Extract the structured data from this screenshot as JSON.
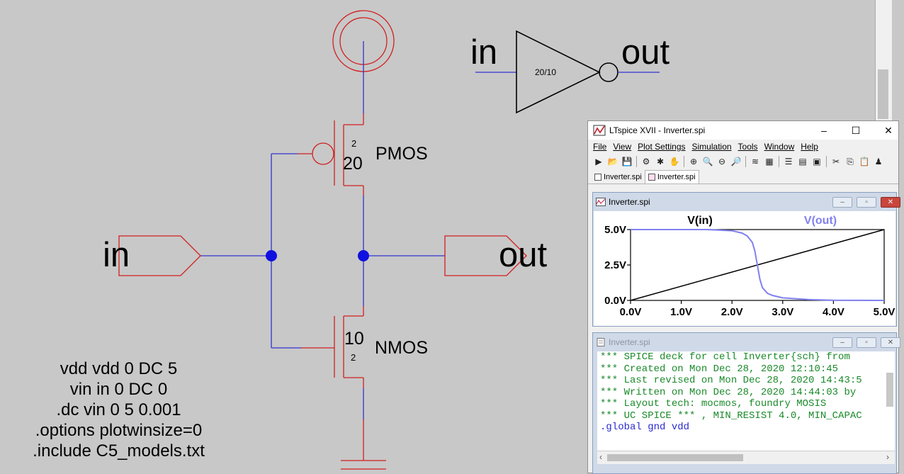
{
  "schematic": {
    "inverter_symbol": {
      "in_label": "in",
      "out_label": "out",
      "size": "20/10"
    },
    "pmos": {
      "length": "2",
      "width": "20",
      "label": "PMOS"
    },
    "nmos": {
      "width": "10",
      "length": "2",
      "label": "NMOS"
    },
    "in_port": "in",
    "out_port": "out",
    "spice_cards": [
      "vdd vdd 0 DC 5",
      "vin in 0 DC 0",
      ".dc vin 0 5 0.001",
      ".options plotwinsize=0",
      ".include C5_models.txt"
    ]
  },
  "ltspice": {
    "title": "LTspice XVII - Inverter.spi",
    "window_controls": {
      "minimize": "–",
      "maximize": "☐",
      "close": "✕"
    },
    "menu": [
      "File",
      "View",
      "Plot Settings",
      "Simulation",
      "Tools",
      "Window",
      "Help"
    ],
    "menu_underline_index": [
      0,
      0,
      0,
      0,
      0,
      0,
      0
    ],
    "tabs": [
      "Inverter.spi",
      "Inverter.spi"
    ],
    "plot_window": {
      "title": "Inverter.spi",
      "legend": [
        "V(in)",
        "V(out)"
      ]
    },
    "netlist_window": {
      "title": "Inverter.spi",
      "lines": [
        "*** SPICE deck for cell Inverter{sch} from",
        "*** Created on Mon Dec 28, 2020 12:10:45",
        "*** Last revised on Mon Dec 28, 2020 14:43:5",
        "*** Written on Mon Dec 28, 2020 14:44:03 by",
        "*** Layout tech: mocmos, foundry MOSIS",
        "*** UC SPICE *** , MIN_RESIST 4.0, MIN_CAPAC",
        "",
        ".global gnd vdd"
      ]
    }
  },
  "chart_data": {
    "type": "line",
    "title": "",
    "xlabel": "",
    "ylabel": "",
    "x_ticks": [
      "0.0V",
      "1.0V",
      "2.0V",
      "3.0V",
      "4.0V",
      "5.0V"
    ],
    "y_ticks": [
      "0.0V",
      "2.5V",
      "5.0V"
    ],
    "xlim": [
      0,
      5
    ],
    "ylim": [
      0,
      5
    ],
    "series": [
      {
        "name": "V(in)",
        "color": "#000000",
        "x": [
          0,
          5
        ],
        "y": [
          0,
          5
        ]
      },
      {
        "name": "V(out)",
        "color": "#8080f0",
        "x": [
          0,
          1.5,
          2.0,
          2.2,
          2.3,
          2.4,
          2.45,
          2.5,
          2.55,
          2.6,
          2.7,
          2.8,
          3.0,
          3.5,
          4.0,
          5.0
        ],
        "y": [
          5,
          5,
          4.92,
          4.75,
          4.55,
          4.1,
          3.5,
          2.5,
          1.5,
          0.9,
          0.5,
          0.35,
          0.18,
          0.06,
          0.01,
          0
        ]
      }
    ]
  },
  "colors": {
    "wire": "#3232d2",
    "component": "#d21e1e",
    "background": "#c8c8c8",
    "node": "#1010e0"
  }
}
